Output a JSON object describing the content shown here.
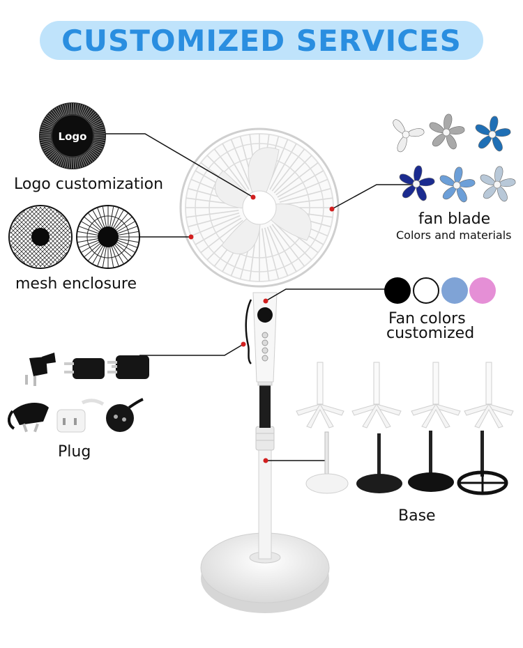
{
  "header": {
    "title": "CUSTOMIZED SERVICES"
  },
  "callouts": {
    "logo": {
      "badge_text": "Logo",
      "label": "Logo customization"
    },
    "mesh": {
      "label": "mesh enclosure"
    },
    "blade": {
      "label": "fan blade",
      "sublabel": "Colors and materials"
    },
    "colors": {
      "label_line1": "Fan colors",
      "label_line2": "customized"
    },
    "plug": {
      "label": "Plug"
    },
    "base": {
      "label": "Base"
    }
  },
  "fan_color_options": [
    "#000000",
    "#ffffff",
    "#7fa3d6",
    "#e58fd6"
  ],
  "blade_colors": [
    "#eeeeee",
    "#a9a9a9",
    "#1f6fb5",
    "#1b2b8f",
    "#6c9fd8",
    "#b8c8d8"
  ],
  "accent_color": "#2a8ee0",
  "banner_color": "#bfe3fb",
  "marker_color": "#d21f1f"
}
